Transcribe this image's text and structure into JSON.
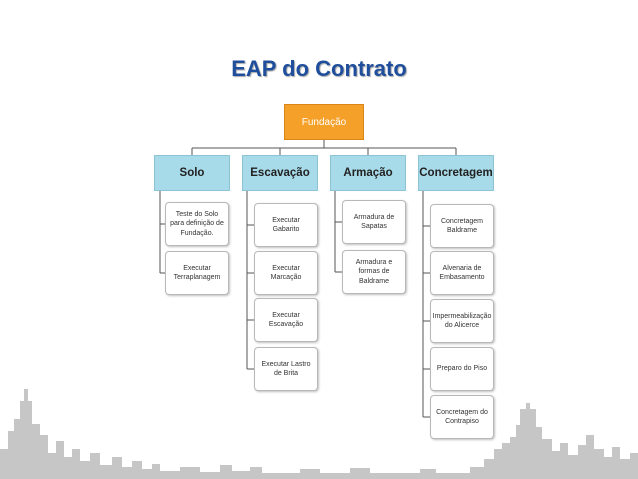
{
  "title": "EAP do Contrato",
  "root": "Fundação",
  "branches": [
    {
      "label": "Solo",
      "items": [
        "Teste do Solo para definição de Fundação.",
        "Executar Terraplanagem"
      ]
    },
    {
      "label": "Escavação",
      "items": [
        "Executar Gabarito",
        "Executar Marcação",
        "Executar Escavação",
        "Executar Lastro de Brita"
      ]
    },
    {
      "label": "Armação",
      "items": [
        "Armadura de Sapatas",
        "Armadura e formas de Baldrame"
      ]
    },
    {
      "label": "Concretagem",
      "items": [
        "Concretagem Baldrame",
        "Alvenaria de Embasamento",
        "Impermeabilização do Alicerce",
        "Preparo do Piso",
        "Concretagem do Contrapiso"
      ]
    }
  ],
  "colors": {
    "title": "#1f4e9c",
    "root": "#f5a029",
    "branch": "#a8dbe9",
    "skyline": "#c6c6c6"
  }
}
